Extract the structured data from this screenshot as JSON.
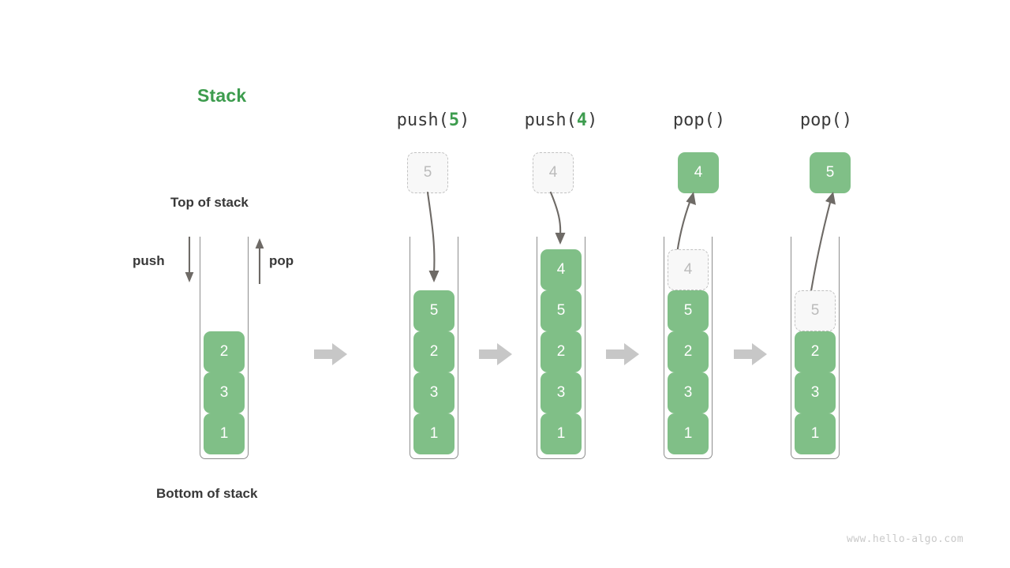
{
  "diagram": {
    "title": "Stack",
    "title_color": "#3d9c4e",
    "accent_color": "#80bf87",
    "ghost_color": "#bbbbbb",
    "arrow_color": "#c4c4c4",
    "watermark": "www.hello-algo.com"
  },
  "labels": {
    "top_of_stack": "Top of stack",
    "bottom_of_stack": "Bottom of stack",
    "push": "push",
    "pop": "pop"
  },
  "icons": {
    "push_arrow": "arrow-down-icon",
    "pop_arrow": "arrow-up-icon",
    "transition": "arrow-right-block-icon"
  },
  "columns": [
    {
      "id": "initial",
      "operation": "",
      "operation_prefix": "",
      "operation_arg": "",
      "operation_suffix": "",
      "floating": null,
      "stack_bottom_to_top": [
        "1",
        "3",
        "2"
      ],
      "ghost_index": -1
    },
    {
      "id": "push5",
      "operation": "push(5)",
      "operation_prefix": "push(",
      "operation_arg": "5",
      "operation_suffix": ")",
      "floating": {
        "value": "5",
        "style": "ghost"
      },
      "stack_bottom_to_top": [
        "1",
        "3",
        "2",
        "5"
      ],
      "ghost_index": -1
    },
    {
      "id": "push4",
      "operation": "push(4)",
      "operation_prefix": "push(",
      "operation_arg": "4",
      "operation_suffix": ")",
      "floating": {
        "value": "4",
        "style": "ghost"
      },
      "stack_bottom_to_top": [
        "1",
        "3",
        "2",
        "5",
        "4"
      ],
      "ghost_index": -1
    },
    {
      "id": "pop1",
      "operation": "pop()",
      "operation_prefix": "pop()",
      "operation_arg": "",
      "operation_suffix": "",
      "floating": {
        "value": "4",
        "style": "solid"
      },
      "stack_bottom_to_top": [
        "1",
        "3",
        "2",
        "5",
        "4"
      ],
      "ghost_index": 4
    },
    {
      "id": "pop2",
      "operation": "pop()",
      "operation_prefix": "pop()",
      "operation_arg": "",
      "operation_suffix": "",
      "floating": {
        "value": "5",
        "style": "solid"
      },
      "stack_bottom_to_top": [
        "1",
        "3",
        "2",
        "5"
      ],
      "ghost_index": 3
    }
  ]
}
